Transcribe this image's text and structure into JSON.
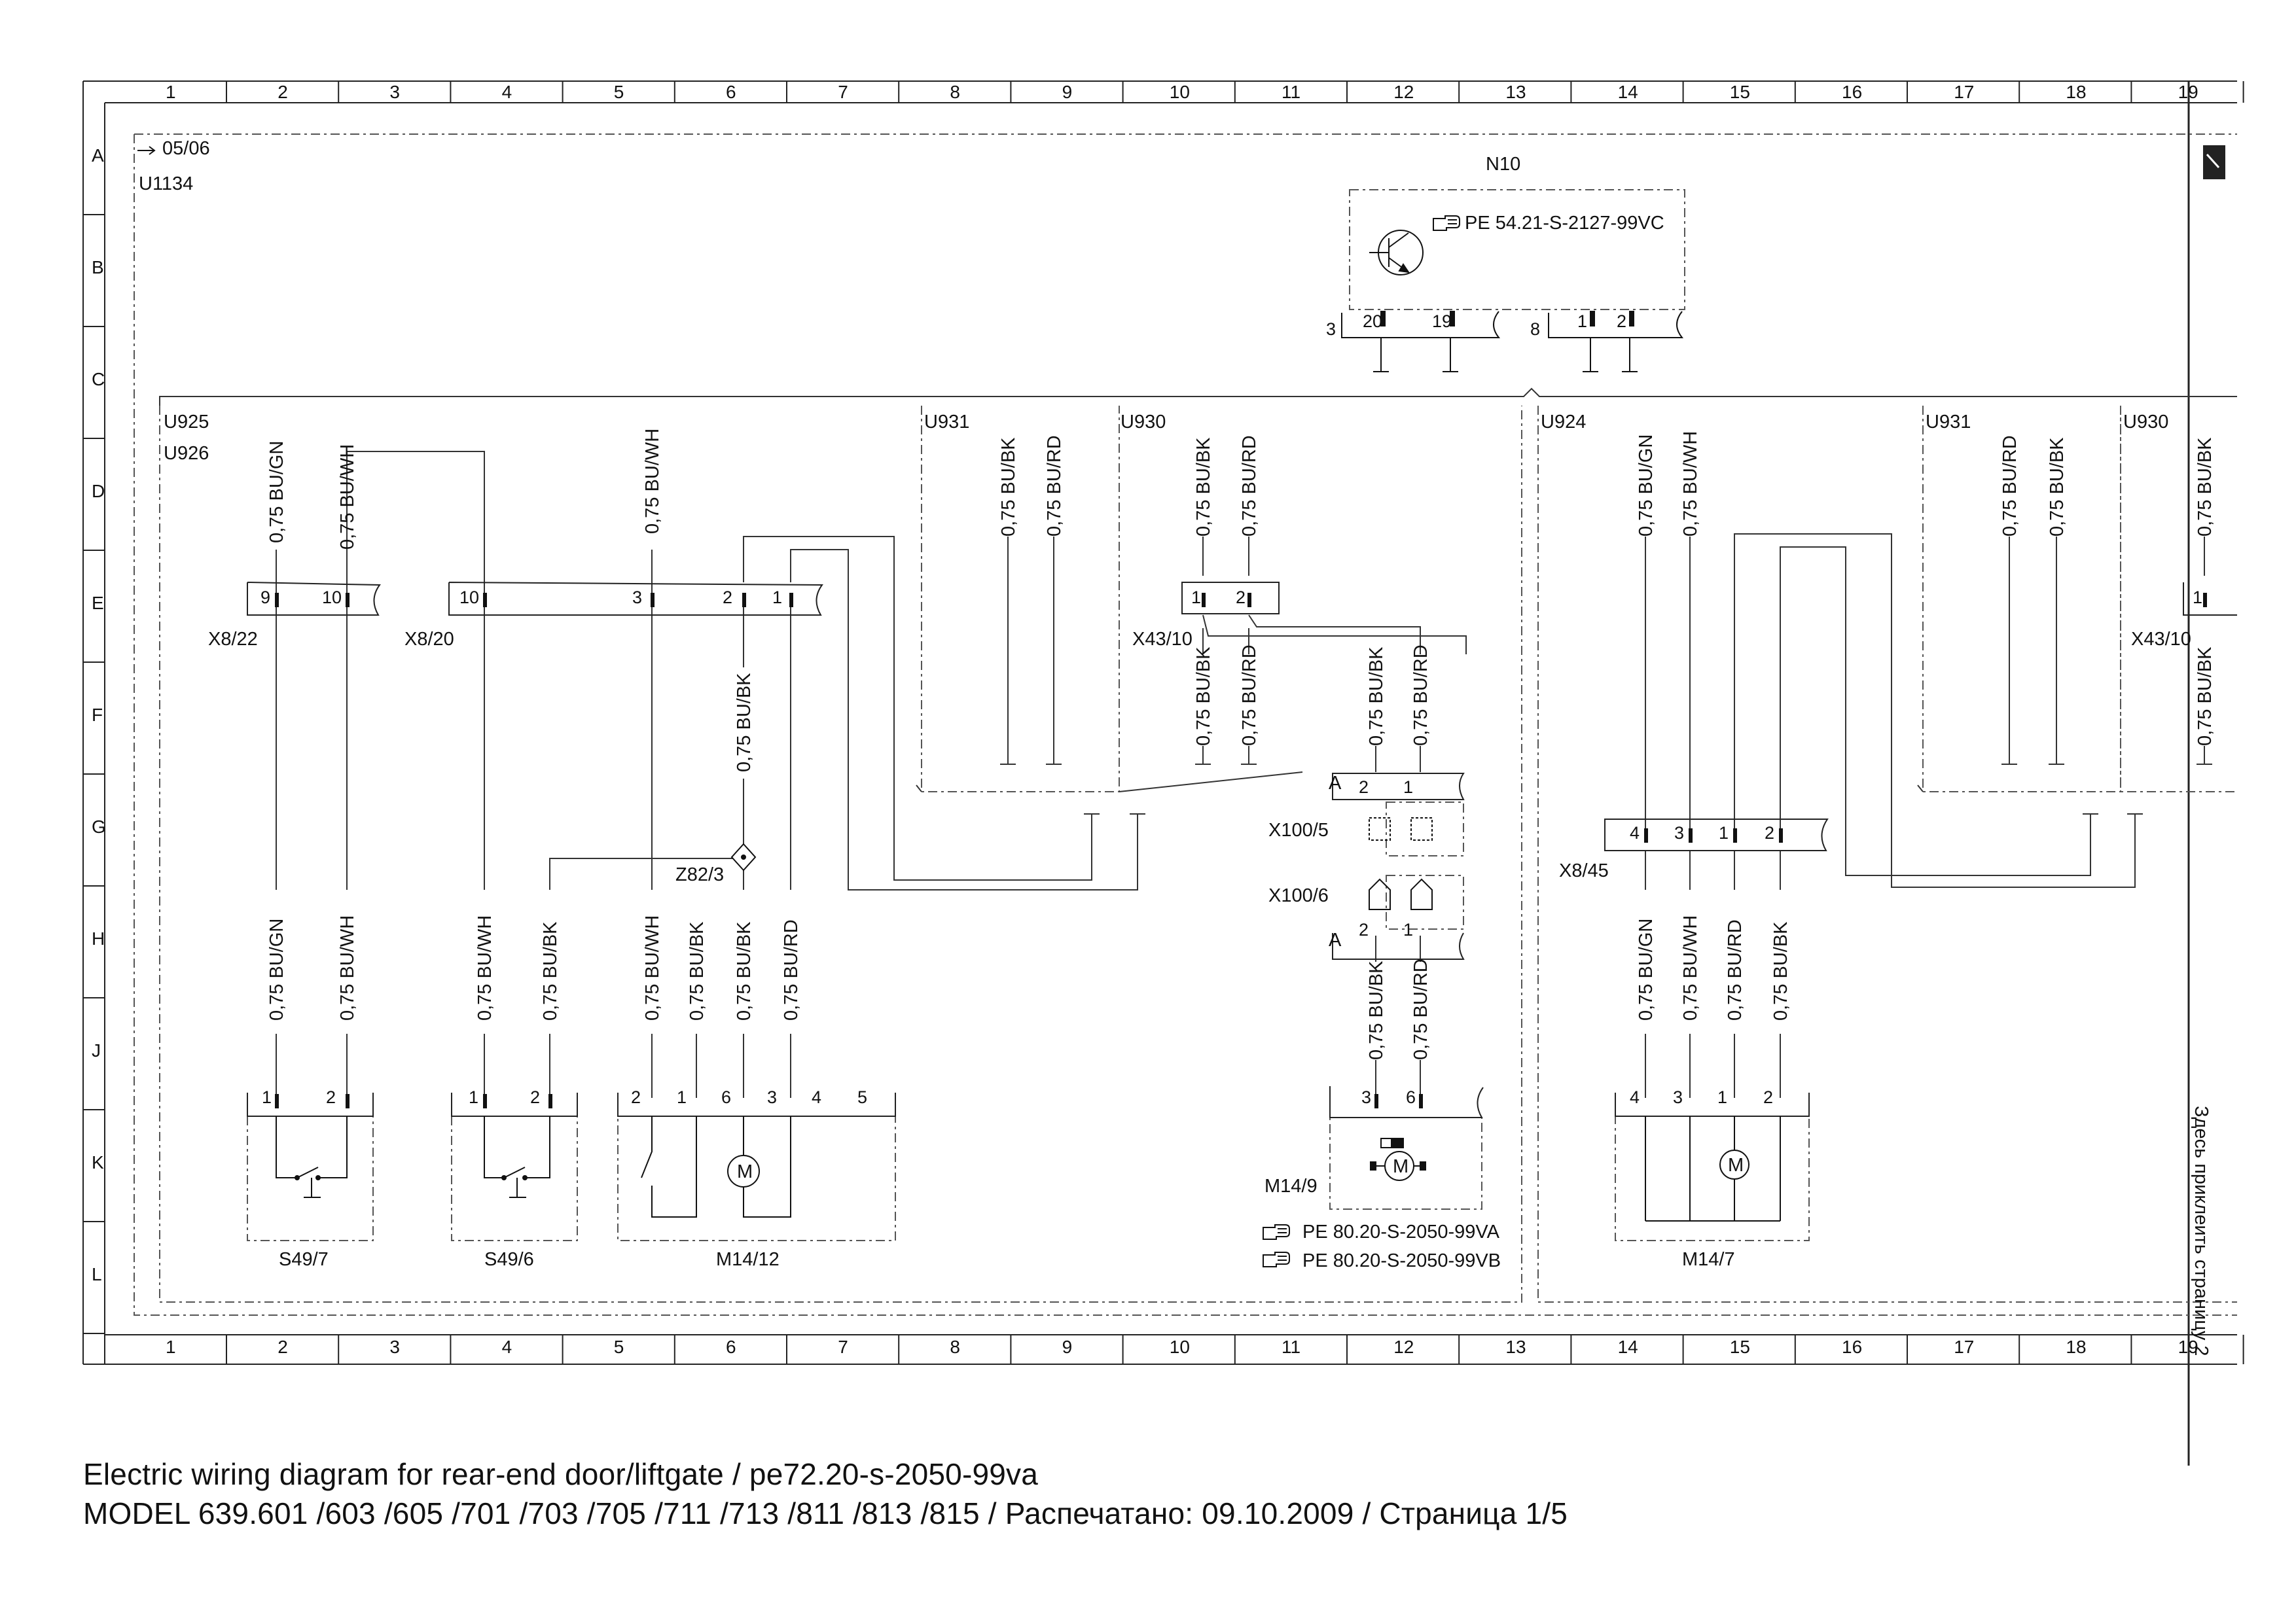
{
  "grid": {
    "columns": [
      "1",
      "2",
      "3",
      "4",
      "5",
      "6",
      "7",
      "8",
      "9",
      "10",
      "11",
      "12",
      "13",
      "14",
      "15",
      "16",
      "17",
      "18",
      "19"
    ],
    "rows": [
      "A",
      "B",
      "C",
      "D",
      "E",
      "F",
      "G",
      "H",
      "J",
      "K",
      "L"
    ]
  },
  "header": {
    "date_ref": "05/06",
    "unit_code": "U1134"
  },
  "module": {
    "code": "N10",
    "ref": "PE 54.21-S-2127-99VC",
    "plug1": "3",
    "plug2": "8",
    "pins": [
      "20",
      "19",
      "1",
      "2"
    ]
  },
  "groups": {
    "left_a": "U925",
    "left_b": "U926",
    "u931": "U931",
    "u930": "U930",
    "right": "U924",
    "u931_right": "U931",
    "u930_right": "U930"
  },
  "wires": {
    "bu_gn": "0,75 BU/GN",
    "bu_wh": "0,75 BU/WH",
    "bu_bk": "0,75 BU/BK",
    "bu_rd": "0,75 BU/RD"
  },
  "connectors": {
    "x8_22": {
      "name": "X8/22",
      "pins": [
        "9",
        "10"
      ]
    },
    "x8_20": {
      "name": "X8/20",
      "pins": [
        "10",
        "3",
        "2",
        "1"
      ]
    },
    "x43_10": {
      "name": "X43/10",
      "pins": [
        "1",
        "2"
      ]
    },
    "x43_10_right": {
      "name": "X43/10",
      "pins": [
        "1"
      ]
    },
    "x100_5": {
      "name": "X100/5",
      "pins": [
        "2",
        "1"
      ],
      "side": "A"
    },
    "x100_6": {
      "name": "X100/6",
      "pins": [
        "2",
        "1"
      ],
      "side": "A"
    },
    "x8_45": {
      "name": "X8/45",
      "pins": [
        "4",
        "3",
        "1",
        "2"
      ]
    }
  },
  "splice": {
    "name": "Z82/3"
  },
  "components": {
    "s49_7": {
      "name": "S49/7",
      "pins": [
        "1",
        "2"
      ]
    },
    "s49_6": {
      "name": "S49/6",
      "pins": [
        "1",
        "2"
      ]
    },
    "m14_12": {
      "name": "M14/12",
      "pins": [
        "2",
        "1",
        "6",
        "3",
        "4",
        "5"
      ]
    },
    "m14_9": {
      "name": "M14/9",
      "pins": [
        "3",
        "6"
      ]
    },
    "m14_7": {
      "name": "M14/7",
      "pins": [
        "4",
        "3",
        "1",
        "2"
      ]
    },
    "motor_symbol": "M"
  },
  "refs": {
    "ref_va": "PE 80.20-S-2050-99VA",
    "ref_vb": "PE 80.20-S-2050-99VB"
  },
  "margin_note": "Здесь приклеить страницу 2",
  "footer": {
    "title": "Electric wiring diagram for rear-end door/liftgate   /  pe72.20-s-2050-99va",
    "model_line": "MODEL 639.601 /603 /605 /701 /703 /705 /711 /713 /811 /813 /815  / Распечатано: 09.10.2009  / Страница 1/5"
  }
}
